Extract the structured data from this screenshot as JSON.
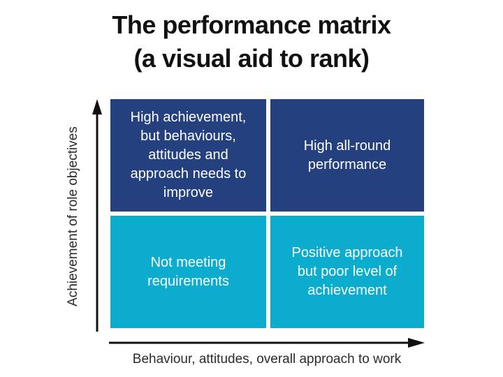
{
  "slide": {
    "title": "The performance matrix\n(a visual aid to rank)"
  },
  "matrix": {
    "quadrants": [
      {
        "name": "top-left",
        "label": "High achievement,\nbut behaviours,\nattitudes and\napproach needs to\nimprove",
        "bg": "#24407e"
      },
      {
        "name": "top-right",
        "label": "High all-round\nperformance",
        "bg": "#24407e"
      },
      {
        "name": "bottom-left",
        "label": "Not meeting\nrequirements",
        "bg": "#0bacce"
      },
      {
        "name": "bottom-right",
        "label": "Positive approach\nbut poor level of\nachievement",
        "bg": "#0bacce"
      }
    ]
  },
  "axes": {
    "y_label": "Achievement of role objectives",
    "x_label": "Behaviour, attitudes, overall approach to work"
  },
  "colors": {
    "dark_blue": "#24407e",
    "cyan": "#0bacce",
    "quadrant_text": "#ffffff",
    "axis_text": "#2b2b2b",
    "title_text": "#111111",
    "arrow": "#111111"
  }
}
